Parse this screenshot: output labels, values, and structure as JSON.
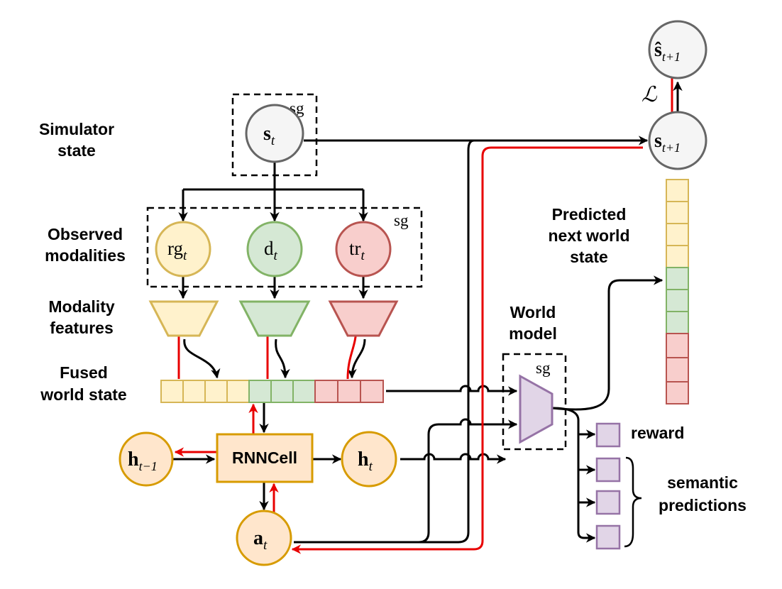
{
  "labels": {
    "simulator": [
      "Simulator",
      "state"
    ],
    "observed": [
      "Observed",
      "modalities"
    ],
    "features": [
      "Modality",
      "features"
    ],
    "fused": [
      "Fused",
      "world state"
    ],
    "predicted": [
      "Predicted",
      "next world",
      "state"
    ],
    "world_model": [
      "World",
      "model"
    ],
    "rnncell": "RNNCell",
    "reward": "reward",
    "semantic": [
      "semantic",
      "predictions"
    ],
    "loss": "ℒ"
  },
  "stop_gradient": "sg",
  "nodes": {
    "s_t": {
      "base": "s",
      "sub": "t"
    },
    "s_next": {
      "base": "s",
      "sub": "t+1"
    },
    "s_hat": {
      "base": "ŝ",
      "sub": "t+1"
    },
    "rg_t": {
      "base": "rg",
      "sub": "t"
    },
    "d_t": {
      "base": "d",
      "sub": "t"
    },
    "tr_t": {
      "base": "tr",
      "sub": "t"
    },
    "h_prev": {
      "base": "h",
      "sub": "t−1"
    },
    "h_t": {
      "base": "h",
      "sub": "t"
    },
    "a_t": {
      "base": "a",
      "sub": "t"
    }
  },
  "colors": {
    "yellow_fill": "#fff2cc",
    "yellow_stroke": "#d6b656",
    "green_fill": "#d5e8d4",
    "green_stroke": "#82b366",
    "red_fill": "#f8cecc",
    "red_stroke": "#b85450",
    "purple_fill": "#e1d5e7",
    "purple_stroke": "#9673a6",
    "orange_fill": "#ffe6cc",
    "orange_stroke": "#d79b00",
    "gray_fill": "#f5f5f5",
    "gray_stroke": "#666666",
    "arrow": "#000000",
    "gradient": "#e80000"
  }
}
